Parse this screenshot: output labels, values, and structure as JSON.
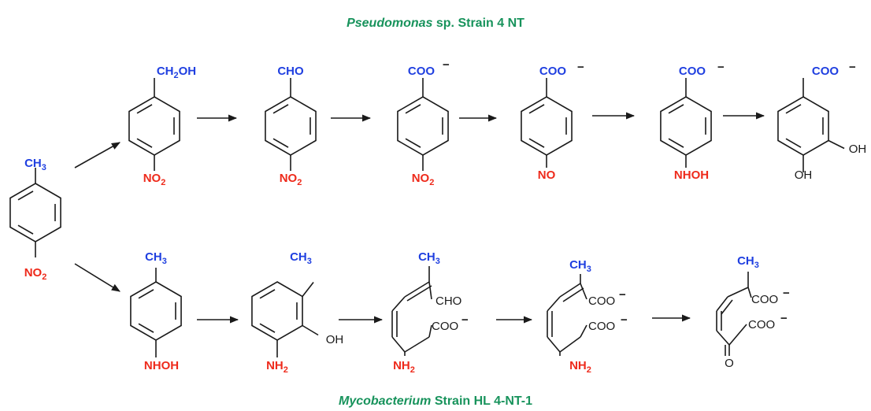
{
  "colors": {
    "blue": "#1f3fe0",
    "red": "#ee2a1b",
    "black": "#1a1a1a",
    "green": "#18935c"
  },
  "titles": {
    "top_italic": "Pseudomonas",
    "top_rest": " sp. Strain 4 NT",
    "bottom_italic": "Mycobacterium",
    "bottom_rest": " Strain HL 4-NT-1"
  },
  "start": {
    "top": "CH3",
    "bottom": "NO2"
  },
  "top_pathway": [
    {
      "top": "CH2OH",
      "bottom": "NO2"
    },
    {
      "top": "CHO",
      "bottom": "NO2"
    },
    {
      "top": "COO",
      "charge": "−",
      "bottom": "NO2"
    },
    {
      "top": "COO",
      "charge": "−",
      "bottom": "NO"
    },
    {
      "top": "COO",
      "charge": "−",
      "bottom": "NHOH"
    },
    {
      "top": "COO",
      "charge": "−",
      "oh_right": "OH",
      "oh_bottom": "OH"
    }
  ],
  "bottom_pathway": [
    {
      "top": "CH3",
      "bottom": "NHOH"
    },
    {
      "top": "CH3",
      "bottom": "NH2",
      "oh": "OH"
    },
    {
      "top": "CH3",
      "right_top": "CHO",
      "right_bottom": "COO",
      "charge": "−",
      "bottom": "NH2"
    },
    {
      "top": "CH3",
      "right_top": "COO",
      "charge_top": "−",
      "right_bottom": "COO",
      "charge": "−",
      "bottom": "NH2"
    },
    {
      "top": "CH3",
      "right_top": "COO",
      "charge_top": "−",
      "right_bottom": "COO",
      "charge": "−",
      "bottom": "O"
    }
  ]
}
